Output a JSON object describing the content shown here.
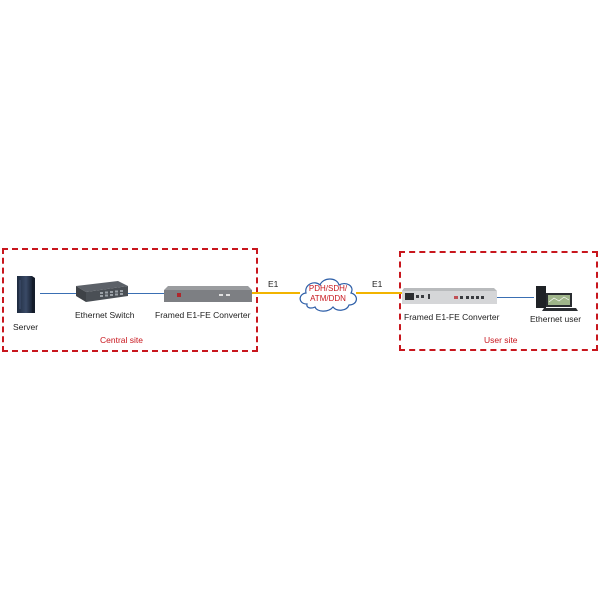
{
  "diagram": {
    "sites": [
      {
        "id": "central",
        "label": "Central site"
      },
      {
        "id": "user",
        "label": "User site"
      }
    ],
    "devices": {
      "server": "Server",
      "switch": "Ethernet Switch",
      "converter_central": "Framed E1-FE Converter",
      "converter_user": "Framed E1-FE Converter",
      "ethernet_user": "Ethernet user"
    },
    "links": {
      "e1_left": "E1",
      "e1_right": "E1"
    },
    "network": {
      "line1": "PDH/SDH/",
      "line2": "ATM/DDN"
    },
    "colors": {
      "site_border": "#c8161d",
      "ethernet_link": "#3a6fb3",
      "e1_link": "#f2b400",
      "cloud_border": "#2e5fa8"
    }
  }
}
